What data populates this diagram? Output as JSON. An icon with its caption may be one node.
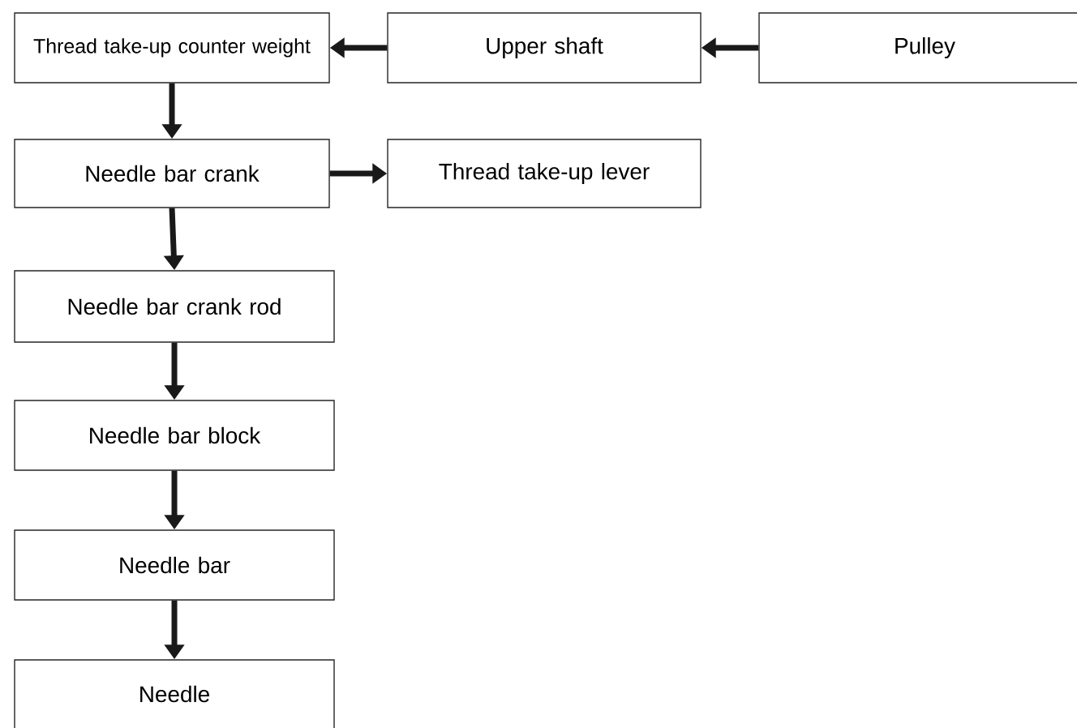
{
  "diagram": {
    "nodes": [
      {
        "text": [
          "Thread take-up counter weight"
        ]
      },
      {
        "text": [
          "Upper shaft"
        ]
      },
      {
        "text": [
          "Pulley"
        ]
      },
      {
        "text": [
          "Needle bar crank"
        ]
      },
      {
        "text": [
          "Thread take-up lever"
        ]
      },
      {
        "text": [
          "Needle bar crank rod"
        ]
      },
      {
        "text": [
          "Needle bar block"
        ]
      },
      {
        "text": [
          "Needle bar"
        ]
      },
      {
        "text": [
          "Needle"
        ]
      }
    ],
    "edges": [
      {
        "from": 2,
        "to": 1,
        "arrow": "to"
      },
      {
        "from": 1,
        "to": 0,
        "arrow": "to"
      },
      {
        "from": 0,
        "to": 3,
        "arrow": "to"
      },
      {
        "from": 3,
        "to": 4,
        "arrow": "to"
      },
      {
        "from": 3,
        "to": 5,
        "arrow": "to"
      },
      {
        "from": 5,
        "to": 6,
        "arrow": "to"
      },
      {
        "from": 6,
        "to": 7,
        "arrow": "to"
      },
      {
        "from": 7,
        "to": 8,
        "arrow": "to"
      }
    ]
  }
}
